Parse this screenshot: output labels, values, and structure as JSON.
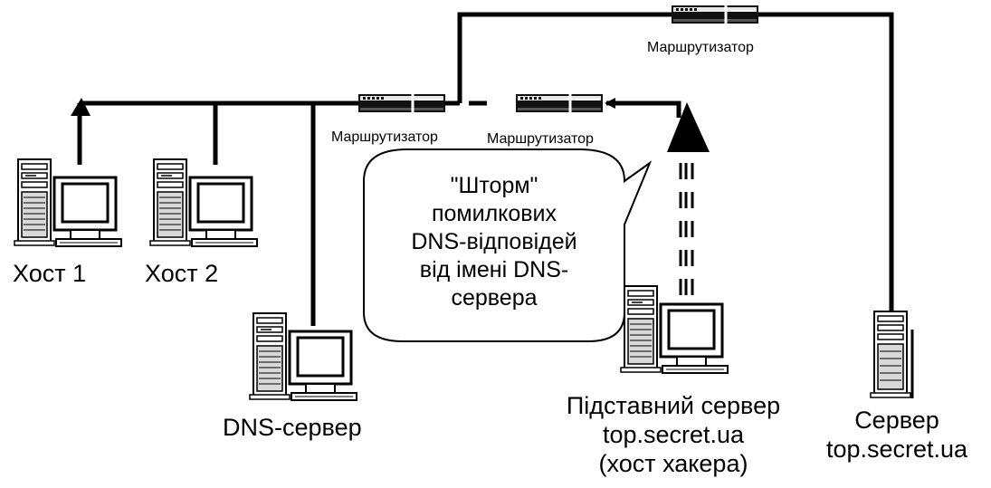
{
  "diagram": {
    "routers": {
      "top": "Маршрутизатор",
      "middle_left": "Маршрутизатор",
      "middle_right": "Маршрутизатор"
    },
    "hosts": {
      "host1": "Хост 1",
      "host2": "Хост 2",
      "dns_server": "DNS-сервер"
    },
    "fake_server": {
      "line1": "Підставний сервер",
      "line2": "top.secret.ua",
      "line3": "(хост хакера)"
    },
    "real_server": {
      "line1": "Сервер",
      "line2": "top.secret.ua"
    },
    "callout": {
      "lines": [
        "\"Шторм\"",
        "помилкових",
        "DNS-відповідей",
        "від імені DNS-",
        "сервера"
      ]
    }
  }
}
